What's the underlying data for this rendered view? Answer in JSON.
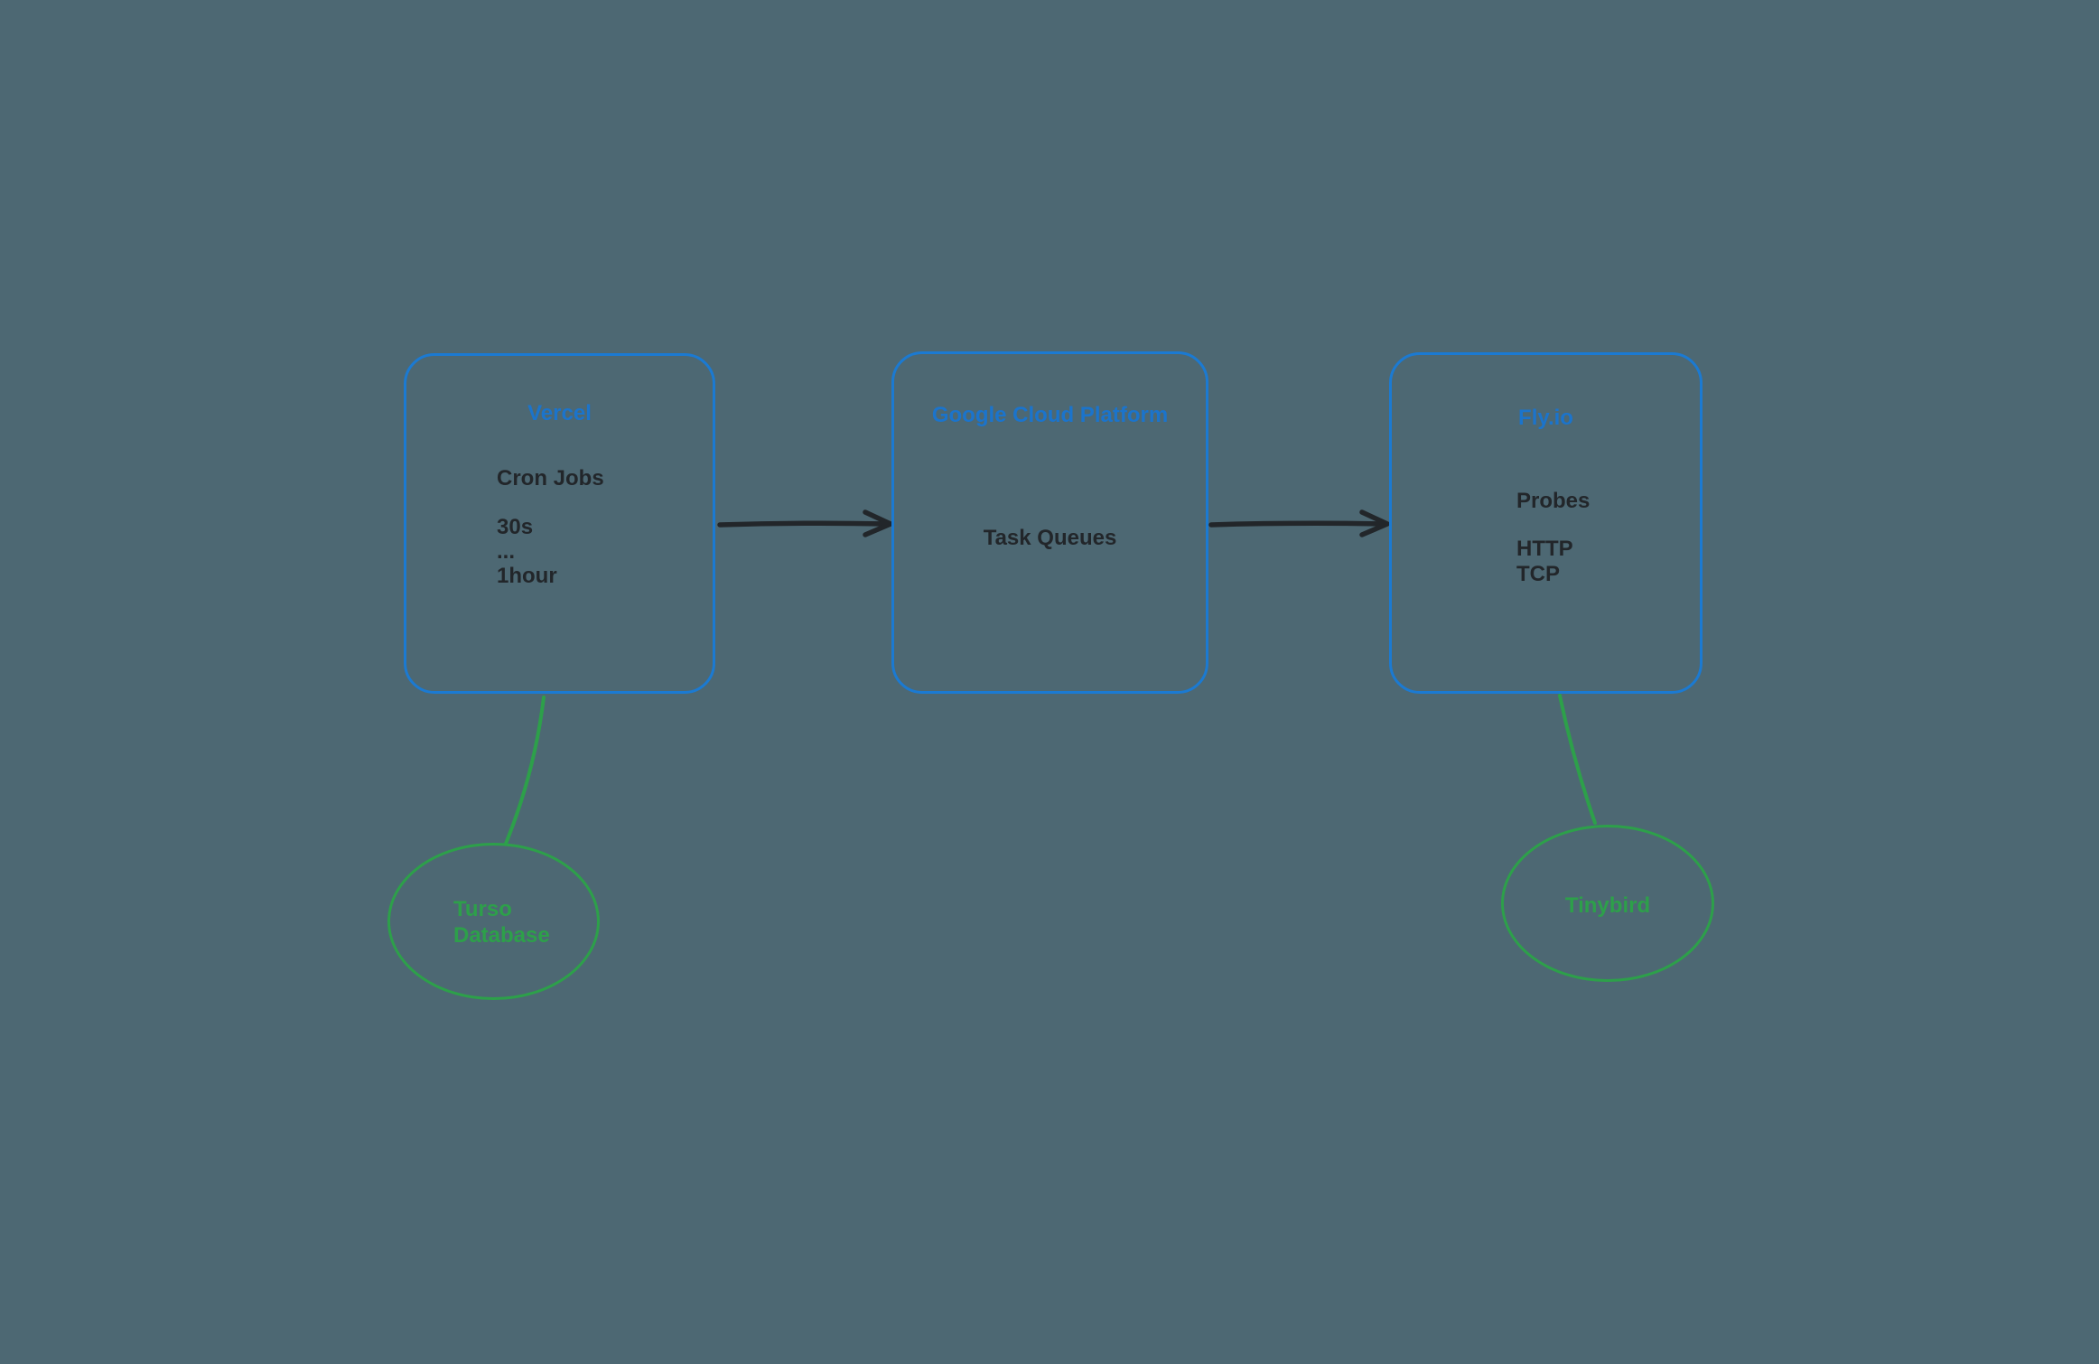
{
  "canvas": {
    "background_color": "#4d6873"
  },
  "colors": {
    "node_border_blue": "#1b7ad2",
    "node_title_blue": "#1b74cc",
    "body_text": "#22262a",
    "arrow_black": "#22262a",
    "green": "#2da04a"
  },
  "nodes": {
    "vercel": {
      "title": "Vercel",
      "body1": "Cron Jobs",
      "body2_line1": "30s",
      "body2_line2": "...",
      "body2_line3": "1hour"
    },
    "gcp": {
      "title": "Google Cloud Platform",
      "body1": "Task Queues"
    },
    "flyio": {
      "title": "Fly.io",
      "body1": "Probes",
      "body2_line1": "HTTP",
      "body2_line2": "TCP"
    }
  },
  "ellipses": {
    "turso": {
      "label_line1": "Turso",
      "label_line2": "Database"
    },
    "tinybird": {
      "label": "Tinybird"
    }
  },
  "connectors": [
    {
      "id": "vercel-to-gcp",
      "type": "arrow",
      "from": "Vercel",
      "to": "Google Cloud Platform"
    },
    {
      "id": "gcp-to-flyio",
      "type": "arrow",
      "from": "Google Cloud Platform",
      "to": "Fly.io"
    },
    {
      "id": "vercel-to-turso",
      "type": "line",
      "from": "Vercel",
      "to": "Turso Database"
    },
    {
      "id": "flyio-to-tinybird",
      "type": "line",
      "from": "Fly.io",
      "to": "Tinybird"
    }
  ]
}
